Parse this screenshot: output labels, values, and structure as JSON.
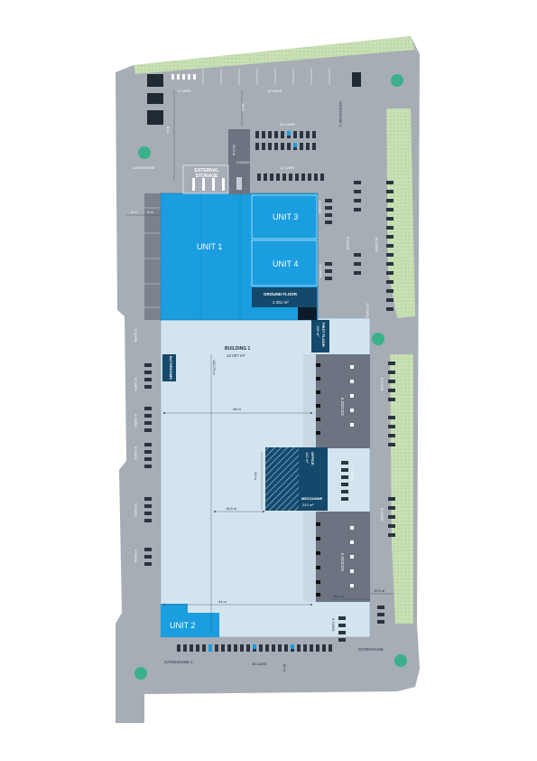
{
  "units": {
    "unit1": "UNIT 1",
    "unit2": "UNIT 2",
    "unit3": "UNIT 3",
    "unit4": "UNIT 4"
  },
  "building": {
    "name": "BUILDING 1",
    "area": "12 007 m²"
  },
  "sections": {
    "ground_floor": "GROUND FLOOR",
    "ground_floor_area": "2 261 m²",
    "office": "OFFICE",
    "office_area": "182 m²",
    "mezzanine": "MEZZANINE",
    "mezzanine_area": "243 m²",
    "first_floor": "FIRST FLOOR",
    "first_floor_area": "188 m²",
    "bathrooms": "BATHROOMS"
  },
  "labels": {
    "external_storage": "EXTERNAL STORAGE",
    "gatehouse_top": "GATEHOUSE",
    "gatehouse_2": "GATEHOUSE 2",
    "gatehouse_1": "GATEHOUSE 1",
    "gatehouse_br": "GATEHOUSE",
    "dock": "1 DOCK",
    "docks_upper": "6 DOCKS",
    "docks_lower": "6 DOCKS"
  },
  "parking": {
    "top_5cars": "5 CARS",
    "top_10vans": "10 VANS",
    "cars_20": "20 CARS",
    "cars_11": "11 CARS",
    "cars_36": "36 CARS",
    "unit3_cars": "8 CARS",
    "right_15cars": "15 CARS",
    "right_8cars": "8 CARS",
    "right_9cars": "9 CARS",
    "right_13cars": "13 CARS",
    "left_cars_a": "5 CARS",
    "left_cars_b": "6 CARS",
    "left_cars_c": "4 CARS",
    "left_cars_d": "5 CARS",
    "left_cars_e": "5 CARS",
    "right_low_8cars": "8 CARS",
    "right_low_9cars": "9 CARS",
    "right_low_4cars": "4 CARS",
    "bottom_6cars": "6 CARS",
    "bottom_left_5cars": "5 CARS"
  },
  "dimensions": {
    "d_6m_a": "6 m",
    "d_6m_b": "6 m",
    "d_8m": "8 m",
    "d_18m": "18 m",
    "d_245m": "24,5 m",
    "d_14075m": "140,75 m",
    "d_48m": "48 m",
    "d_24m": "24 m",
    "d_185m": "18,5 m",
    "d_44m": "44 m",
    "d_164m": "16,4 m",
    "d_125m": "12,5 m",
    "d_15m": "15 m"
  },
  "colors": {
    "unit_blue": "#1a9ee0",
    "dark_navy": "#14496b",
    "pale_blue": "#d3e4ef",
    "asphalt": "#9ea5ad",
    "green": "#bfd9a8",
    "dock_grey": "#6b7480"
  },
  "icons": {
    "compass": "north-arrow-icon",
    "parking": "parking-bay-icon"
  }
}
